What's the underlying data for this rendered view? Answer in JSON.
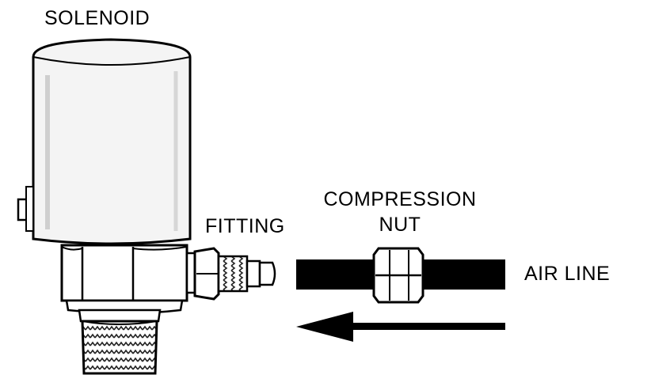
{
  "labels": {
    "solenoid": "SOLENOID",
    "fitting": "FITTING",
    "compression_nut_line1": "COMPRESSION",
    "compression_nut_line2": "NUT",
    "air_line": "AIR LINE"
  },
  "colors": {
    "ink": "#000000",
    "background": "#ffffff",
    "body_shade": "#f2f2f2"
  }
}
